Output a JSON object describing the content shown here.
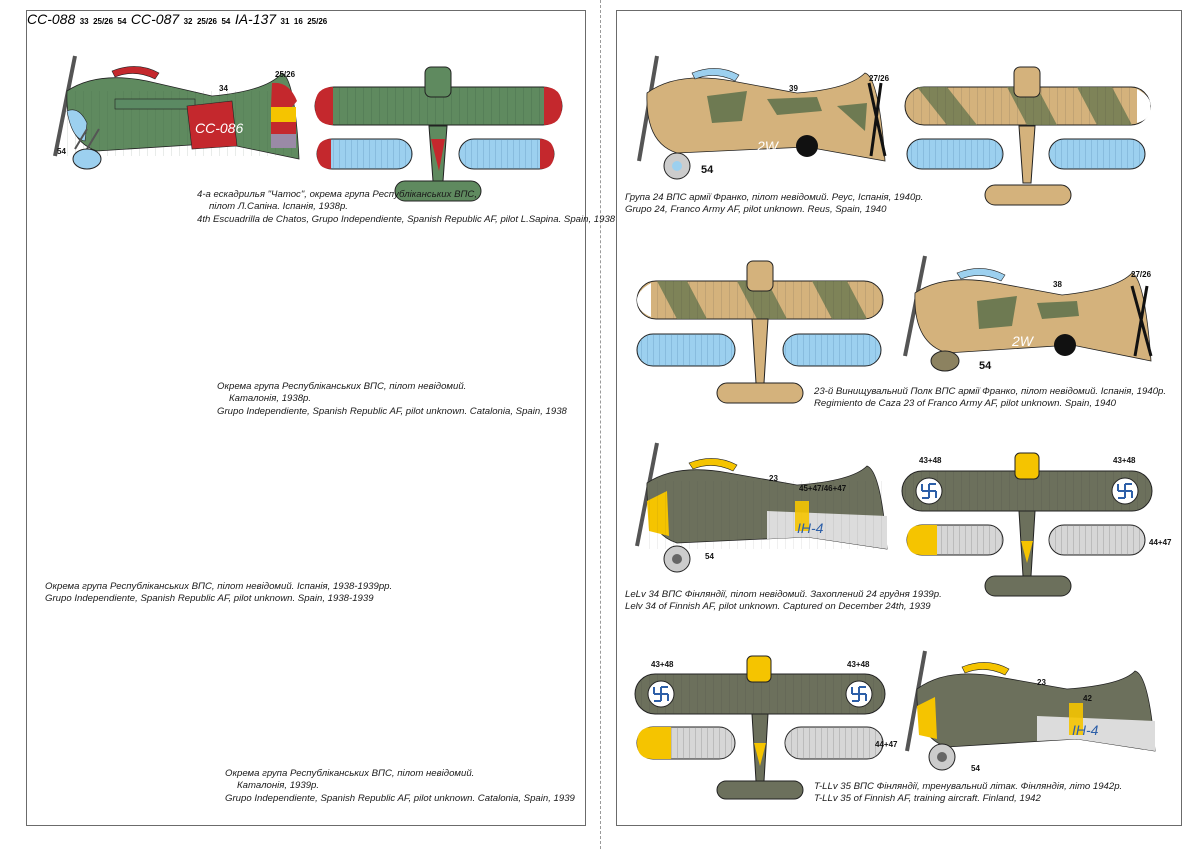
{
  "plates": [
    {
      "caption": [
        "4-а ескадрилья \"Чатос\", окрема група Республіканських ВПС,",
        "пілот Л.Сапіна. Іспанія, 1938р.",
        "4th Escuadrilla de Chatos, Grupo Independiente, Spanish Republic AF, pilot L.Sapina. Spain, 1938"
      ],
      "labels": {
        "fuselage_number": "34",
        "tail": "25/26",
        "wheel": "54",
        "code": "CC-086"
      }
    },
    {
      "caption": [
        "Окрема група Республіканських ВПС, пілот невідомий.",
        "Каталонія, 1938р.",
        "Grupo Independiente, Spanish Republic AF, pilot unknown. Catalonia, Spain, 1938"
      ],
      "labels": {
        "fuselage_number": "33",
        "tail": "25/26",
        "wheel": "54",
        "code": "CC-088"
      }
    },
    {
      "caption": [
        "Окрема група Республіканських ВПС, пілот невідомий. Іспанія, 1938-1939рр.",
        "Grupo Independiente, Spanish Republic AF, pilot unknown. Spain, 1938-1939"
      ],
      "labels": {
        "fuselage_number": "32",
        "tail": "25/26",
        "wheel": "54",
        "code": "CC-087"
      }
    },
    {
      "caption": [
        "Окрема група Республіканських ВПС, пілот невідомий.",
        "Каталонія, 1939р.",
        "Grupo Independiente, Spanish Republic AF, pilot unknown. Catalonia, Spain, 1939"
      ],
      "labels": {
        "fuselage_number": "31",
        "second_number": "16",
        "tail": "25/26",
        "code": "IA-137"
      }
    },
    {
      "caption": [
        "Група 24 ВПС армії Франко, пілот невідомий. Реус, Іспанія, 1940р.",
        "Grupo 24, Franco Army AF, pilot unknown. Reus, Spain, 1940"
      ],
      "labels": {
        "fuselage_number": "39",
        "tail": "27/26",
        "wheel": "54",
        "code": "2W"
      }
    },
    {
      "caption": [
        "23-й Винищувальний Полк ВПС армії Франко, пілот невідомий. Іспанія, 1940р.",
        "Regimiento de Caza 23 of Franco Army AF, pilot unknown. Spain, 1940"
      ],
      "labels": {
        "fuselage_number": "38",
        "tail": "27/26",
        "wheel": "54",
        "code": "2W"
      }
    },
    {
      "caption": [
        "LeLv 34 ВПС Фінляндії, пілот невідомий. Захоплений 24 грудня 1939р.",
        "Lelv 34 of Finnish AF, pilot unknown. Captured on December 24th, 1939"
      ],
      "labels": {
        "fuselage_number": "23",
        "tail": "45+47/46+47",
        "wheel": "54",
        "wing_left": "43+48",
        "wing_right": "43+48",
        "under": "44+47",
        "code": "IH-4"
      }
    },
    {
      "caption": [
        "T-LLv 35 ВПС Фінляндії, тренувальний літак. Фінляндія, літо 1942р.",
        "T-LLv 35 of Finnish AF, training aircraft. Finland, 1942"
      ],
      "labels": {
        "fuselage_number": "23",
        "second_number": "42",
        "wheel": "54",
        "wing_left": "43+48",
        "wing_right": "43+48",
        "under": "44+47",
        "code": "IH-4"
      }
    }
  ],
  "colors": {
    "green": "#5f8a5f",
    "red": "#c4282d",
    "yellow": "#f5c400",
    "purple": "#9a8aa6",
    "blue": "#9cd0ef",
    "tan": "#d4b27c",
    "finn_gray": "#6c705c"
  }
}
